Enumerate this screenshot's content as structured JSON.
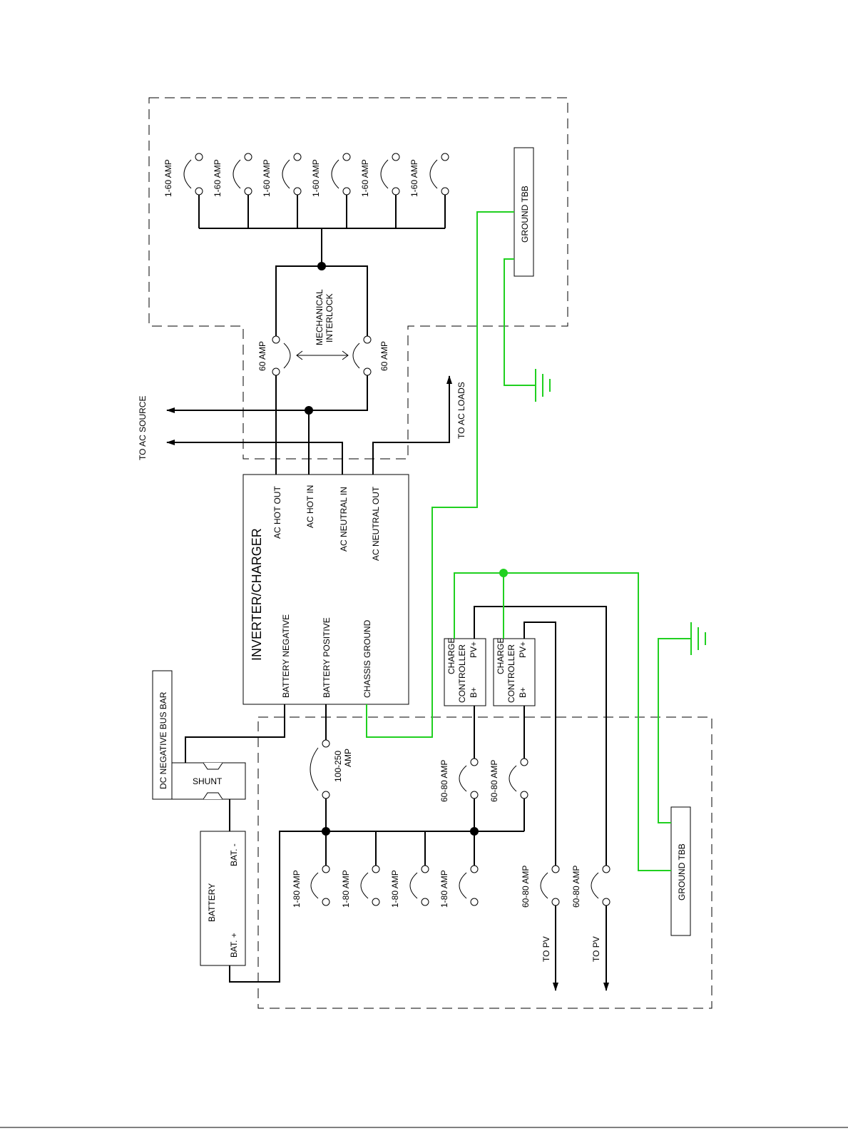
{
  "diagram": {
    "inverter": {
      "title": "INVERTER/CHARGER",
      "ac_hot_out": "AC HOT OUT",
      "ac_hot_in": "AC HOT IN",
      "ac_neutral_in": "AC NEUTRAL IN",
      "ac_neutral_out": "AC NEUTRAL OUT",
      "battery_negative": "BATTERY NEGATIVE",
      "battery_positive": "BATTERY POSITIVE",
      "chassis_ground": "CHASSIS GROUND"
    },
    "ac_panel": {
      "breaker_labels": [
        "1-60 AMP",
        "1-60 AMP",
        "1-60 AMP",
        "1-60 AMP",
        "1-60 AMP",
        "1-60 AMP"
      ],
      "transfer_breaker_left": "60 AMP",
      "transfer_breaker_right": "60 AMP",
      "interlock_line1": "MECHANICAL",
      "interlock_line2": "INTERLOCK",
      "ground_tbb": "GROUND TBB"
    },
    "to_ac_source": "TO AC SOURCE",
    "to_ac_loads": "TO AC LOADS",
    "dc_negative_bus_bar": "DC NEGATIVE BUS BAR",
    "shunt": "SHUNT",
    "battery": {
      "label": "BATTERY",
      "pos": "BAT. +",
      "neg": "BAT. -"
    },
    "charge_controllers": [
      {
        "line1": "CHARGE",
        "line2": "CONTROLLER",
        "b_plus": "B+",
        "pv_plus": "PV+"
      },
      {
        "line1": "CHARGE",
        "line2": "CONTROLLER",
        "b_plus": "B+",
        "pv_plus": "PV+"
      }
    ],
    "dc_panel": {
      "main_breaker_line1": "100-250",
      "main_breaker_line2": "AMP",
      "cc_breakers": [
        "60-80 AMP",
        "60-80 AMP"
      ],
      "load_breakers": [
        "1-80 AMP",
        "1-80 AMP",
        "1-80 AMP",
        "1-80 AMP"
      ],
      "pv_breakers": [
        "60-80 AMP",
        "60-80 AMP"
      ],
      "to_pv": [
        "TO PV",
        "TO PV"
      ],
      "ground_tbb": "GROUND TBB"
    }
  },
  "colors": {
    "wire": "#000000",
    "ground_wire": "#20d020"
  }
}
